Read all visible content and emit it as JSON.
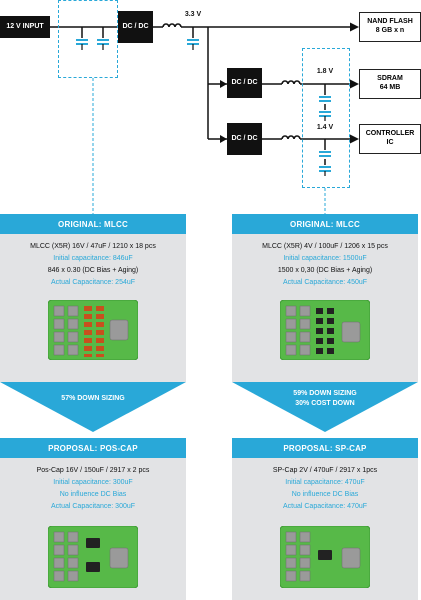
{
  "blocks": {
    "input": "12 V INPUT",
    "dcdc_main": "DC / DC",
    "dcdc_sdram": "DC / DC",
    "dcdc_controller": "DC / DC",
    "nand_line1": "NAND FLASH",
    "nand_line2": "8 GB x n",
    "sdram_line1": "SDRAM",
    "sdram_line2": "64 MB",
    "controller_line1": "CONTROLLER",
    "controller_line2": "IC"
  },
  "voltages": {
    "main": "3.3 V",
    "sdram": "1.8 V",
    "controller": "1.4 V"
  },
  "panels": {
    "left_original": {
      "title": "ORIGINAL: MLCC",
      "lines": [
        {
          "text": "MLCC (X5R) 16V / 47uF / 1210 x 18 pcs",
          "style": "dark"
        },
        {
          "text": "Initial capacitance: 846uF",
          "style": "blue"
        },
        {
          "text": "846 x 0.30 (DC Bias + Aging)",
          "style": "dark"
        },
        {
          "text": "Actual Capacitance: 254uF",
          "style": "blue"
        }
      ]
    },
    "right_original": {
      "title": "ORIGINAL: MLCC",
      "lines": [
        {
          "text": "MLCC (X5R) 4V / 100uF / 1206 x 15 pcs",
          "style": "dark"
        },
        {
          "text": "Initial capacitance: 1500uF",
          "style": "blue"
        },
        {
          "text": "1500 x 0,30 (DC Bias + Aging)",
          "style": "dark"
        },
        {
          "text": "Actual Capacitance: 450uF",
          "style": "blue"
        }
      ]
    },
    "left_proposal": {
      "title": "PROPOSAL: POS-CAP",
      "lines": [
        {
          "text": "Pos-Cap 16V / 150uF / 2917 x 2 pcs",
          "style": "dark"
        },
        {
          "text": "Initial capacitance: 300uF",
          "style": "blue"
        },
        {
          "text": "No influence DC Bias",
          "style": "blue"
        },
        {
          "text": "Actual Capacitance: 300uF",
          "style": "blue"
        }
      ]
    },
    "right_proposal": {
      "title": "PROPOSAL: SP-CAP",
      "lines": [
        {
          "text": "SP-Cap  2V / 470uF / 2917 x 1pcs",
          "style": "dark"
        },
        {
          "text": "Initial capacitance: 470uF",
          "style": "blue"
        },
        {
          "text": "No influence DC Bias",
          "style": "blue"
        },
        {
          "text": "Actual Capacitance: 470uF",
          "style": "blue"
        }
      ]
    }
  },
  "banners": {
    "left": [
      "57% DOWN SIZING"
    ],
    "right": [
      "59% DOWN SIZING",
      "30% COST DOWN"
    ]
  },
  "colors": {
    "accent": "#29a8d8",
    "panel_bg": "#e2e3e5",
    "pcb": "#57b948",
    "component": "#9a9a9a",
    "mlcc": "#c8501e",
    "cap": "#222222"
  }
}
